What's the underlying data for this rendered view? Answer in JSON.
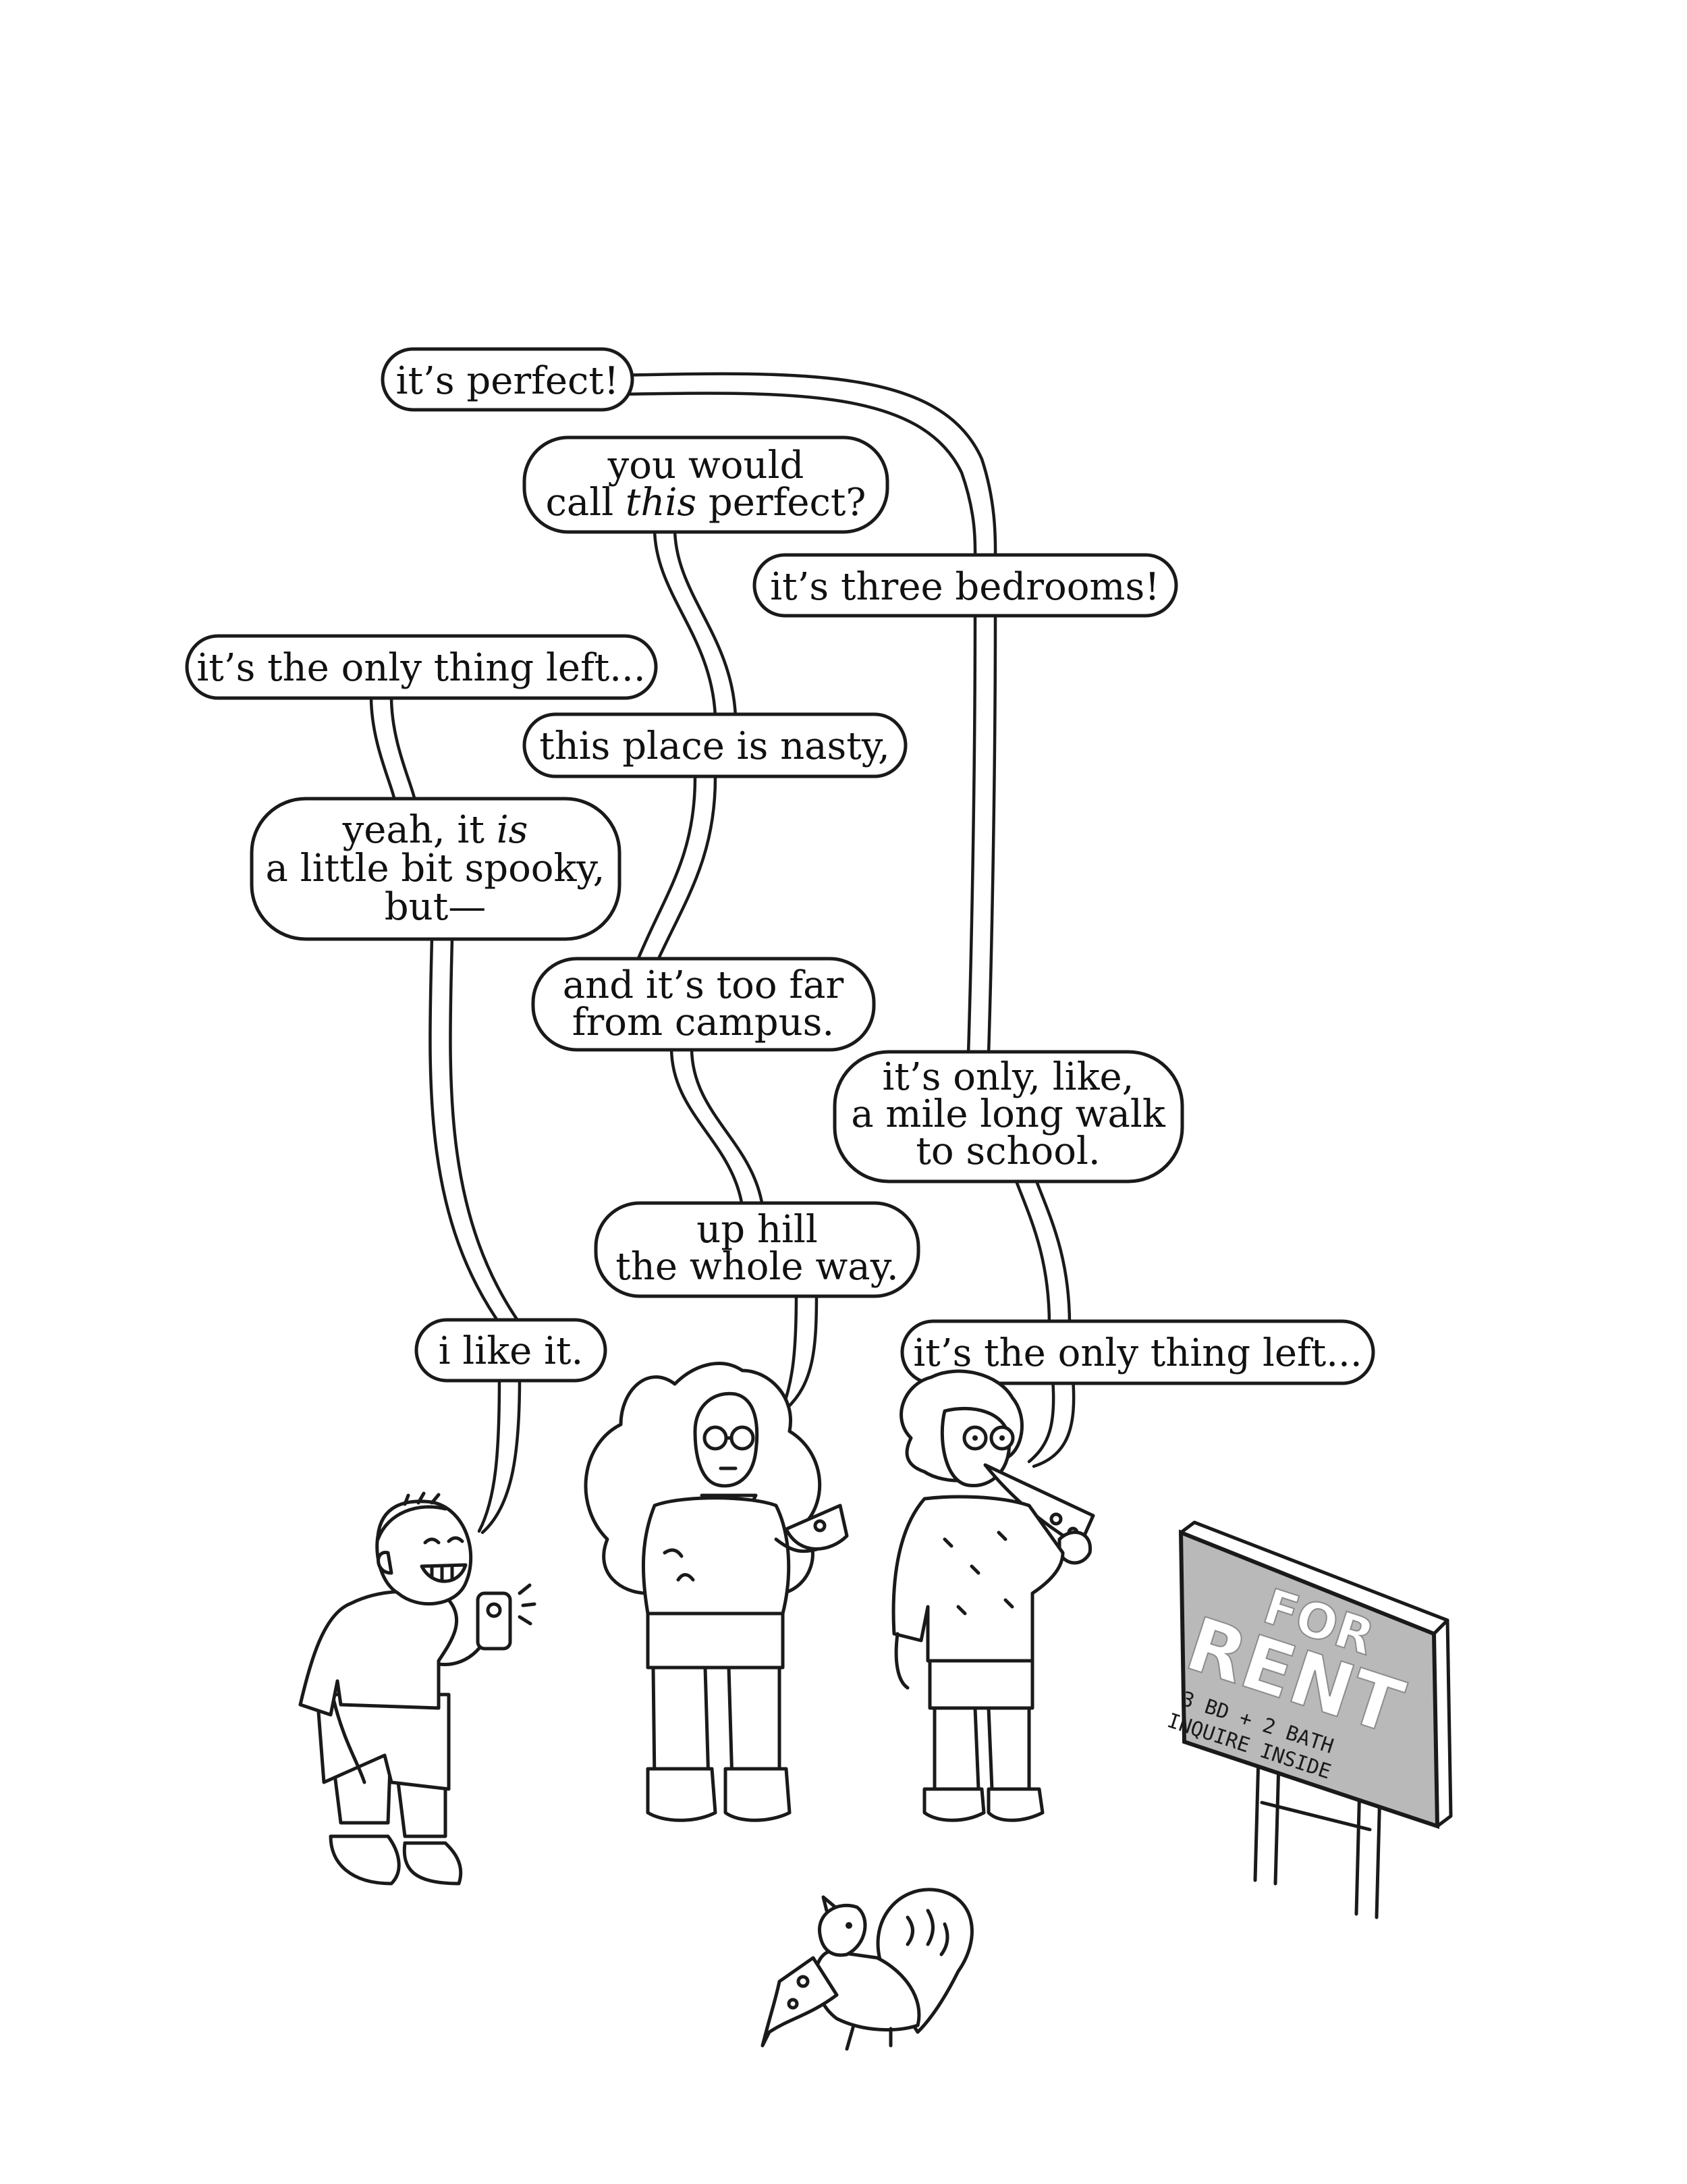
{
  "dialogue": {
    "b1": "it’s perfect!",
    "b2_l1": "you would",
    "b2_l2a": "call ",
    "b2_l2b": "this",
    "b2_l2c": " perfect?",
    "b3": "it’s three bedrooms!",
    "b4": "it’s the only thing left...",
    "b5": "this place is nasty,",
    "b6_l1a": "yeah, it ",
    "b6_l1b": "is",
    "b6_l2": "a little bit spooky,",
    "b6_l3": "but—",
    "b7_l1": "and it’s too far",
    "b7_l2": "from campus.",
    "b8_l1": "it’s only, like,",
    "b8_l2": "a mile long walk",
    "b8_l3": "to school.",
    "b9_l1": "up hill",
    "b9_l2": "the whole way.",
    "b10": "i like it.",
    "b11": "it’s the only thing left..."
  },
  "sign": {
    "line1": "FOR",
    "line2": "RENT",
    "line3": "3 BD + 2 BATH",
    "line4": "INQUIRE INSIDE"
  },
  "colors": {
    "ink": "#1a1a1a",
    "sign_gray": "#b9b9b9",
    "background": "#ffffff"
  }
}
